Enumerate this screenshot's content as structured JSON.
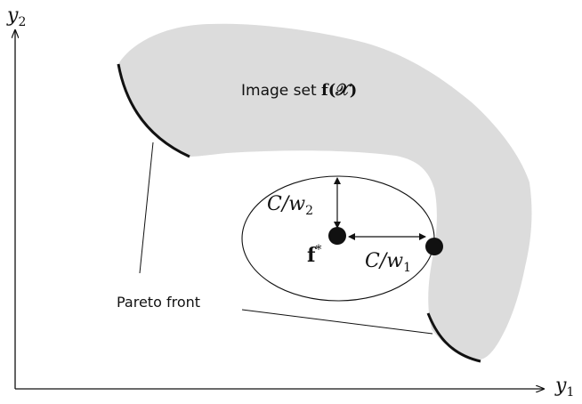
{
  "axes": {
    "y_axis_label": "y",
    "y_axis_subscript": "2",
    "x_axis_label": "y",
    "x_axis_subscript": "1"
  },
  "image_set": {
    "label_text": "Image set ",
    "label_math": "f(𝒳)"
  },
  "point": {
    "label": "f",
    "label_sup": "*"
  },
  "radius_vertical": {
    "text": "C/w",
    "sub": "2"
  },
  "radius_horizontal": {
    "text": "C/w",
    "sub": "1"
  },
  "pareto_label": "Pareto front",
  "colors": {
    "region_fill": "#dcdcdc",
    "stroke": "#111111"
  }
}
